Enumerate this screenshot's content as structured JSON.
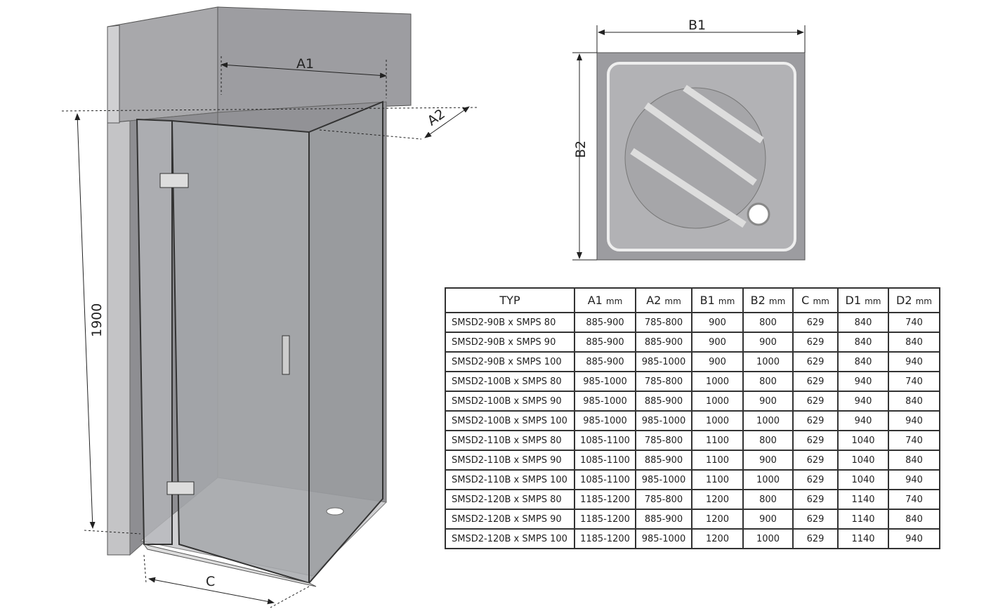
{
  "labels": {
    "a1": "A1",
    "a2": "A2",
    "b1": "B1",
    "b2": "B2",
    "c": "C",
    "height": "1900"
  },
  "table": {
    "headers": [
      {
        "name": "TYP",
        "unit": ""
      },
      {
        "name": "A1",
        "unit": "mm"
      },
      {
        "name": "A2",
        "unit": "mm"
      },
      {
        "name": "B1",
        "unit": "mm"
      },
      {
        "name": "B2",
        "unit": "mm"
      },
      {
        "name": "C",
        "unit": "mm"
      },
      {
        "name": "D1",
        "unit": "mm"
      },
      {
        "name": "D2",
        "unit": "mm"
      }
    ],
    "rows": [
      [
        "SMSD2-90B x SMPS 80",
        "885-900",
        "785-800",
        "900",
        "800",
        "629",
        "840",
        "740"
      ],
      [
        "SMSD2-90B x SMPS 90",
        "885-900",
        "885-900",
        "900",
        "900",
        "629",
        "840",
        "840"
      ],
      [
        "SMSD2-90B x SMPS 100",
        "885-900",
        "985-1000",
        "900",
        "1000",
        "629",
        "840",
        "940"
      ],
      [
        "SMSD2-100B x SMPS 80",
        "985-1000",
        "785-800",
        "1000",
        "800",
        "629",
        "940",
        "740"
      ],
      [
        "SMSD2-100B x SMPS 90",
        "985-1000",
        "885-900",
        "1000",
        "900",
        "629",
        "940",
        "840"
      ],
      [
        "SMSD2-100B x SMPS 100",
        "985-1000",
        "985-1000",
        "1000",
        "1000",
        "629",
        "940",
        "940"
      ],
      [
        "SMSD2-110B x SMPS 80",
        "1085-1100",
        "785-800",
        "1100",
        "800",
        "629",
        "1040",
        "740"
      ],
      [
        "SMSD2-110B x SMPS 90",
        "1085-1100",
        "885-900",
        "1100",
        "900",
        "629",
        "1040",
        "840"
      ],
      [
        "SMSD2-110B x SMPS 100",
        "1085-1100",
        "985-1000",
        "1100",
        "1000",
        "629",
        "1040",
        "940"
      ],
      [
        "SMSD2-120B x SMPS 80",
        "1185-1200",
        "785-800",
        "1200",
        "800",
        "629",
        "1140",
        "740"
      ],
      [
        "SMSD2-120B x SMPS 90",
        "1185-1200",
        "885-900",
        "1200",
        "900",
        "629",
        "1140",
        "840"
      ],
      [
        "SMSD2-120B x SMPS 100",
        "1185-1200",
        "985-1000",
        "1200",
        "1000",
        "629",
        "1140",
        "940"
      ]
    ]
  }
}
